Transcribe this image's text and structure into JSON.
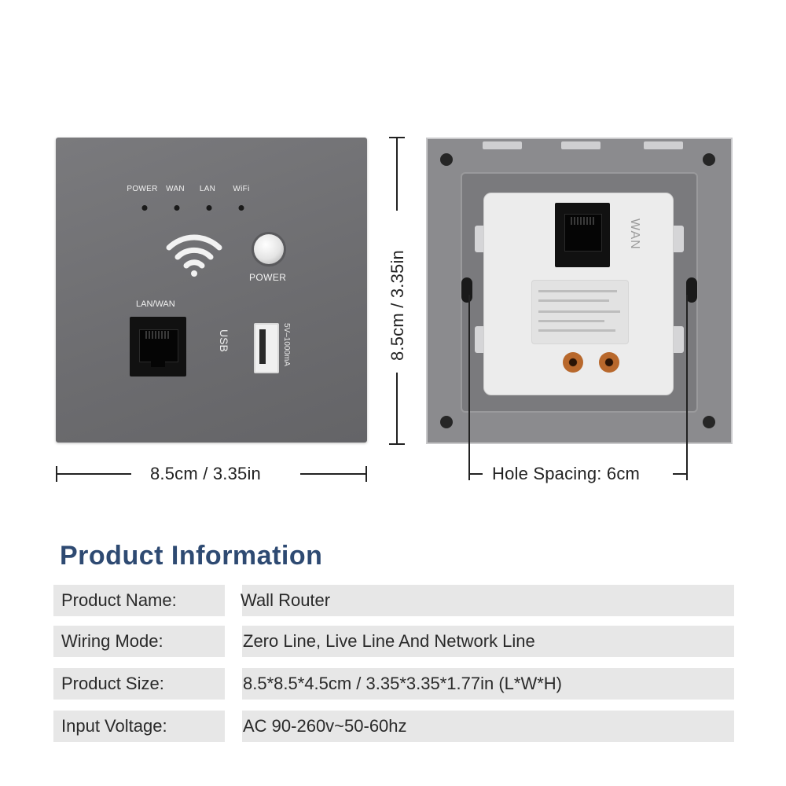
{
  "front_panel": {
    "led_labels": [
      "POWER",
      "WAN",
      "LAN",
      "WiFi"
    ],
    "power_label": "POWER",
    "lan_wan_label": "LAN/WAN",
    "usb_label": "USB",
    "usb_rating": "5V–1000mA",
    "panel_color": "#6e6e71"
  },
  "back_panel": {
    "wan_label": "WAN",
    "panel_color": "#8b8b8e",
    "module_color": "#ececec"
  },
  "dimensions": {
    "width_label": "8.5cm / 3.35in",
    "height_label": "8.5cm / 3.35in",
    "hole_spacing_label": "Hole Spacing: 6cm"
  },
  "product_info": {
    "title": "Product Information",
    "title_color": "#2e4a72",
    "rows": [
      {
        "label": "Product Name:",
        "value": "Wall Router"
      },
      {
        "label": "Wiring Mode:",
        "value": "Zero Line, Live Line And Network Line"
      },
      {
        "label": "Product Size:",
        "value": "8.5*8.5*4.5cm / 3.35*3.35*1.77in (L*W*H)"
      },
      {
        "label": "Input Voltage:",
        "value": "AC 90-260v~50-60hz"
      }
    ]
  }
}
